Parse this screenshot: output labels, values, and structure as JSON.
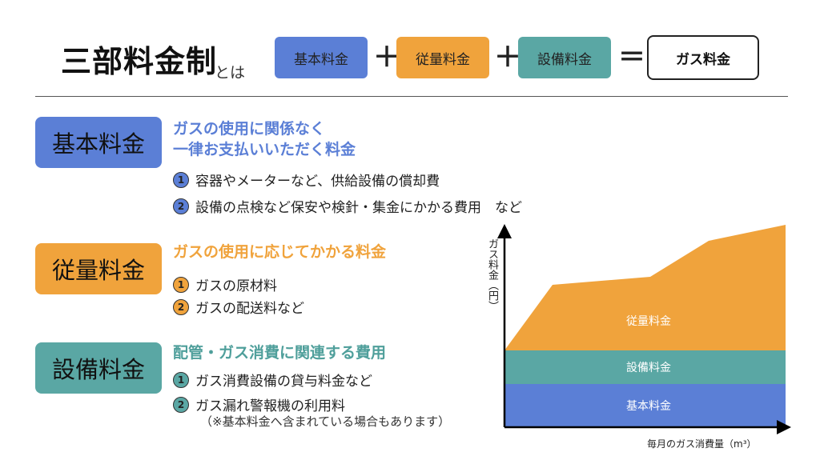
{
  "header": {
    "title": "三部料金制",
    "title_suffix": "とは",
    "chip_basic": "基本料金",
    "plus1": "＋",
    "chip_usage": "従量料金",
    "plus2": "＋",
    "chip_equipment": "設備料金",
    "equals": "＝",
    "result": "ガス料金"
  },
  "colors": {
    "basic": "#5b7fd6",
    "usage": "#f0a33c",
    "equipment": "#5aa7a4",
    "basic_text": "#5b7fd6",
    "usage_text": "#f0a33c",
    "equipment_text": "#4f9f9b"
  },
  "sections": {
    "basic": {
      "label": "基本料金",
      "desc_line1": "ガスの使用に関係なく",
      "desc_line2": "一律お支払いいただく料金",
      "items": [
        {
          "num": "1",
          "text": "容器やメーターなど、供給設備の償却費"
        },
        {
          "num": "2",
          "text": "設備の点検など保安や検針・集金にかかる費用　など"
        }
      ]
    },
    "usage": {
      "label": "従量料金",
      "desc": "ガスの使用に応じてかかる料金",
      "items": [
        {
          "num": "1",
          "text": "ガスの原材料"
        },
        {
          "num": "2",
          "text": "ガスの配送料など"
        }
      ]
    },
    "equipment": {
      "label": "設備料金",
      "desc": "配管・ガス消費に関連する費用",
      "items": [
        {
          "num": "1",
          "text": "ガス消費設備の貸与料金など"
        },
        {
          "num": "2",
          "text": "ガス漏れ警報機の利用料"
        }
      ],
      "note": "（※基本料金へ含まれている場合もあります）"
    }
  },
  "chart": {
    "y_label": "ガス料金（円）",
    "x_label": "毎月のガス消費量（m³）",
    "band_usage": "従量料金",
    "band_equipment": "設備料金",
    "band_basic": "基本料金"
  }
}
